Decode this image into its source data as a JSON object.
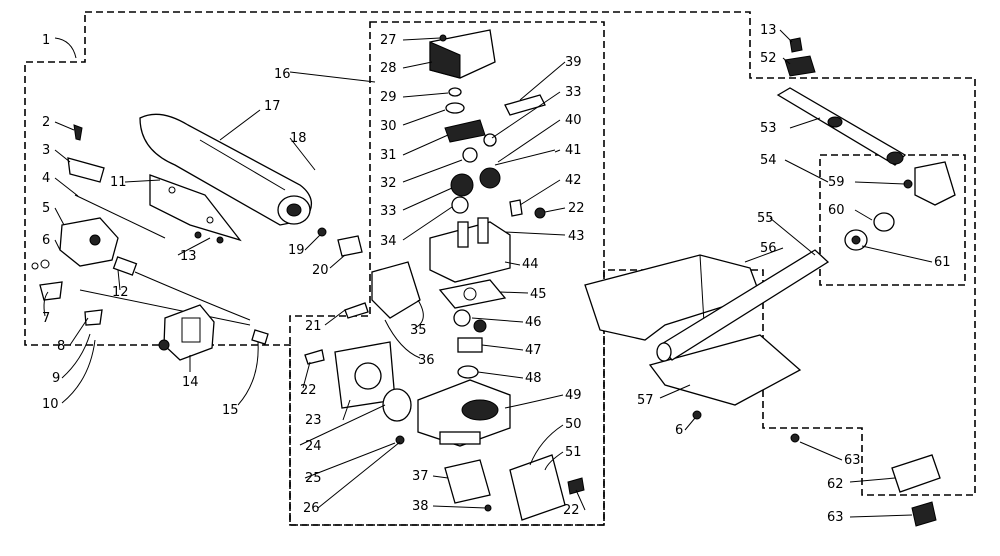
{
  "labels": [
    {
      "id": "p1",
      "text": "1"
    },
    {
      "id": "p2",
      "text": "2"
    },
    {
      "id": "p3",
      "text": "3"
    },
    {
      "id": "p4",
      "text": "4"
    },
    {
      "id": "p5",
      "text": "5"
    },
    {
      "id": "p6",
      "text": "6"
    },
    {
      "id": "p7",
      "text": "7"
    },
    {
      "id": "p8",
      "text": "8"
    },
    {
      "id": "p9",
      "text": "9"
    },
    {
      "id": "p10",
      "text": "10"
    },
    {
      "id": "p11",
      "text": "11"
    },
    {
      "id": "p12",
      "text": "12"
    },
    {
      "id": "p13a",
      "text": "13"
    },
    {
      "id": "p13b",
      "text": "13"
    },
    {
      "id": "p14",
      "text": "14"
    },
    {
      "id": "p15",
      "text": "15"
    },
    {
      "id": "p16",
      "text": "16"
    },
    {
      "id": "p17",
      "text": "17"
    },
    {
      "id": "p18",
      "text": "18"
    },
    {
      "id": "p19",
      "text": "19"
    },
    {
      "id": "p20",
      "text": "20"
    },
    {
      "id": "p21",
      "text": "21"
    },
    {
      "id": "p22a",
      "text": "22"
    },
    {
      "id": "p22b",
      "text": "22"
    },
    {
      "id": "p22c",
      "text": "22"
    },
    {
      "id": "p23",
      "text": "23"
    },
    {
      "id": "p24",
      "text": "24"
    },
    {
      "id": "p25",
      "text": "25"
    },
    {
      "id": "p26",
      "text": "26"
    },
    {
      "id": "p27",
      "text": "27"
    },
    {
      "id": "p28",
      "text": "28"
    },
    {
      "id": "p29",
      "text": "29"
    },
    {
      "id": "p30",
      "text": "30"
    },
    {
      "id": "p31",
      "text": "31"
    },
    {
      "id": "p32",
      "text": "32"
    },
    {
      "id": "p33a",
      "text": "33"
    },
    {
      "id": "p33b",
      "text": "33"
    },
    {
      "id": "p34",
      "text": "34"
    },
    {
      "id": "p35",
      "text": "35"
    },
    {
      "id": "p36",
      "text": "36"
    },
    {
      "id": "p37",
      "text": "37"
    },
    {
      "id": "p38",
      "text": "38"
    },
    {
      "id": "p39",
      "text": "39"
    },
    {
      "id": "p40",
      "text": "40"
    },
    {
      "id": "p41",
      "text": "41"
    },
    {
      "id": "p42",
      "text": "42"
    },
    {
      "id": "p43",
      "text": "43"
    },
    {
      "id": "p44",
      "text": "44"
    },
    {
      "id": "p45",
      "text": "45"
    },
    {
      "id": "p46",
      "text": "46"
    },
    {
      "id": "p47",
      "text": "47"
    },
    {
      "id": "p48",
      "text": "48"
    },
    {
      "id": "p49",
      "text": "49"
    },
    {
      "id": "p50",
      "text": "50"
    },
    {
      "id": "p51",
      "text": "51"
    },
    {
      "id": "p52",
      "text": "52"
    },
    {
      "id": "p53",
      "text": "53"
    },
    {
      "id": "p54",
      "text": "54"
    },
    {
      "id": "p55",
      "text": "55"
    },
    {
      "id": "p56",
      "text": "56"
    },
    {
      "id": "p57",
      "text": "57"
    },
    {
      "id": "p58",
      "text": "6"
    },
    {
      "id": "p59",
      "text": "59"
    },
    {
      "id": "p60",
      "text": "60"
    },
    {
      "id": "p61",
      "text": "61"
    },
    {
      "id": "p62",
      "text": "62"
    },
    {
      "id": "p63a",
      "text": "63"
    },
    {
      "id": "p63b",
      "text": "63"
    }
  ]
}
